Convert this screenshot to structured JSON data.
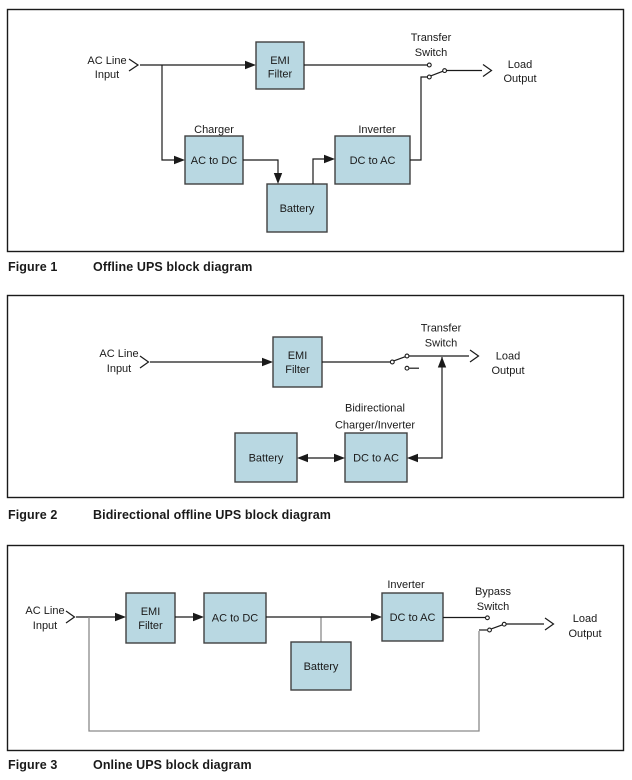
{
  "colors": {
    "box_fill": "#b9d8e2",
    "box_stroke": "#404040",
    "line": "#1a1a1a",
    "gray_line": "#8a8a8a",
    "text": "#1a1a1a"
  },
  "figures": [
    {
      "caption_label": "Figure 1",
      "caption_title": "Offline UPS block diagram",
      "labels": {
        "ac_line_1": "AC Line",
        "ac_line_2": "Input",
        "emi_1": "EMI",
        "emi_2": "Filter",
        "charger": "Charger",
        "ac_to_dc": "AC to DC",
        "battery": "Battery",
        "inverter": "Inverter",
        "dc_to_ac": "DC to AC",
        "switch_1": "Transfer",
        "switch_2": "Switch",
        "load_1": "Load",
        "load_2": "Output"
      }
    },
    {
      "caption_label": "Figure 2",
      "caption_title": "Bidirectional offline UPS block diagram",
      "labels": {
        "ac_line_1": "AC Line",
        "ac_line_2": "Input",
        "emi_1": "EMI",
        "emi_2": "Filter",
        "bidi_1": "Bidirectional",
        "bidi_2": "Charger/Inverter",
        "battery": "Battery",
        "dc_to_ac": "DC to AC",
        "switch_1": "Transfer",
        "switch_2": "Switch",
        "load_1": "Load",
        "load_2": "Output"
      }
    },
    {
      "caption_label": "Figure 3",
      "caption_title": "Online UPS block diagram",
      "labels": {
        "ac_line_1": "AC Line",
        "ac_line_2": "Input",
        "emi_1": "EMI",
        "emi_2": "Filter",
        "ac_to_dc": "AC to DC",
        "battery": "Battery",
        "inverter": "Inverter",
        "dc_to_ac": "DC to AC",
        "switch_1": "Bypass",
        "switch_2": "Switch",
        "load_1": "Load",
        "load_2": "Output"
      }
    }
  ]
}
